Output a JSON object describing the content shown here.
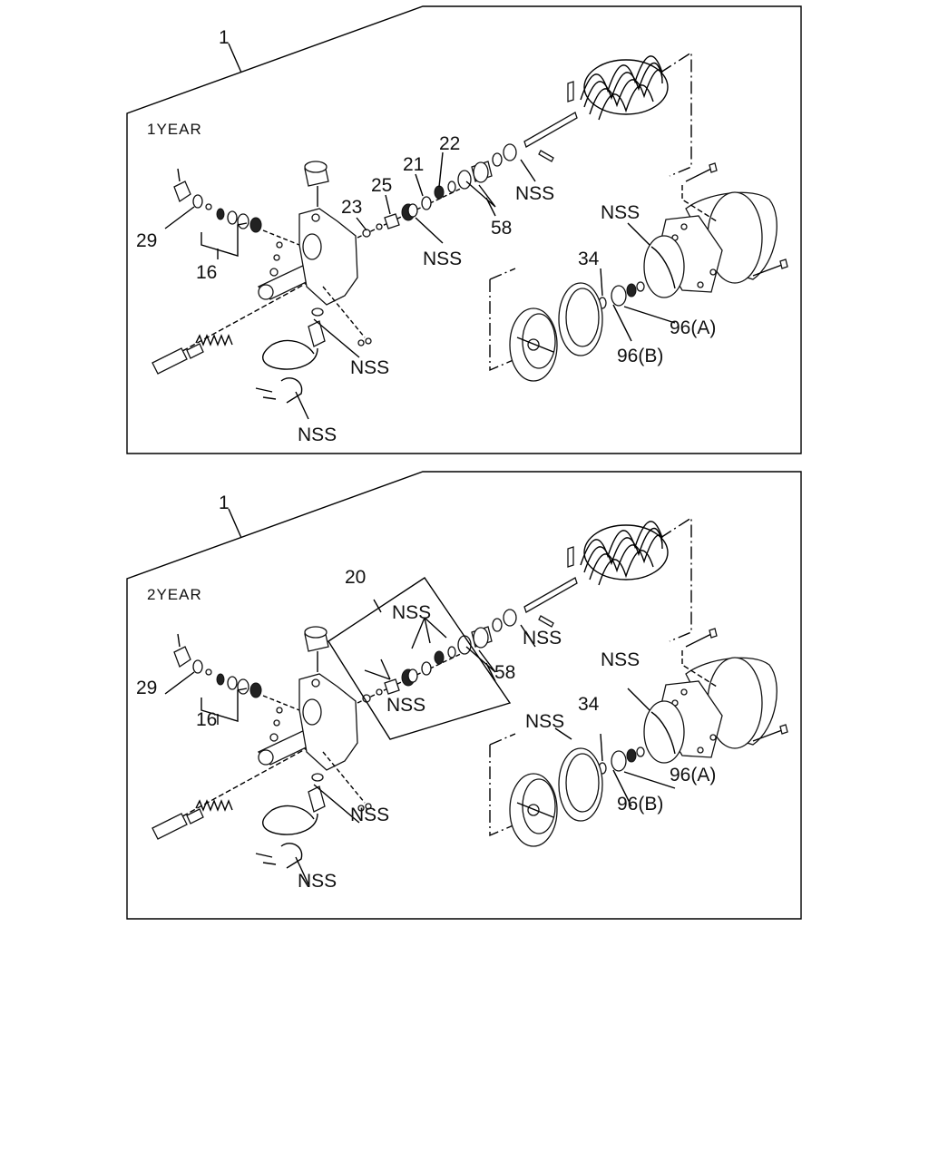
{
  "panels": [
    {
      "year_label": "1YEAR",
      "labels": {
        "assembly": "1",
        "part_29": "29",
        "part_16": "16",
        "part_23": "23",
        "part_25": "25",
        "part_21": "21",
        "part_22": "22",
        "part_58": "58",
        "part_34": "34",
        "part_96a": "96(A)",
        "part_96b": "96(B)",
        "nss_pedal": "NSS",
        "nss_snap": "NSS",
        "nss_seal": "NSS",
        "nss_body": "NSS",
        "nss_bottom": "NSS"
      }
    },
    {
      "year_label": "2YEAR",
      "labels": {
        "assembly": "1",
        "kit_20": "20",
        "part_29": "29",
        "part_16": "16",
        "part_58": "58",
        "part_34": "34",
        "part_96a": "96(A)",
        "part_96b": "96(B)",
        "nss_kit_top": "NSS",
        "nss_kit_bottom": "NSS",
        "nss_snap": "NSS",
        "nss_seal": "NSS",
        "nss_ring": "NSS",
        "nss_body": "NSS",
        "nss_bottom": "NSS"
      }
    }
  ]
}
